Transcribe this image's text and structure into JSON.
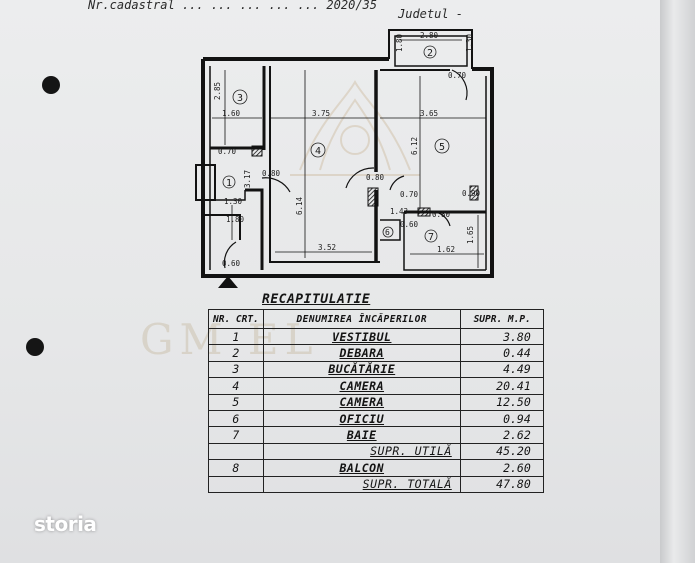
{
  "header": {
    "cadastral_label": "Nr.cadastral",
    "cadastral_value": "... ... ... ... ... 2020/35",
    "county_label": "Judetul -"
  },
  "plan": {
    "rooms": [
      "1",
      "2",
      "3",
      "4",
      "5",
      "6",
      "7"
    ],
    "dims": [
      "2.80",
      "1.80",
      "1.30",
      "1.60",
      "3.75",
      "3.65",
      "2.85",
      "6.12",
      "6.14",
      "1.80",
      "3.17",
      "1.30",
      "3.52",
      "1.62",
      "1.65",
      "0.70",
      "0.70",
      "0.80",
      "0.80",
      "0.70",
      "0.60",
      "0.60",
      "0.90",
      "1.43",
      "0.80"
    ]
  },
  "recap": {
    "title": "RECAPITULATIE",
    "headers": {
      "nr": "NR. CRT.",
      "name": "DENUMIREA ÎNCĂPERILOR",
      "area": "SUPR. M.P."
    },
    "rows": [
      {
        "nr": "1",
        "name": "VESTIBUL",
        "area": "3.80"
      },
      {
        "nr": "2",
        "name": "DEBARA",
        "area": "0.44"
      },
      {
        "nr": "3",
        "name": "BUCĂTĂRIE",
        "area": "4.49"
      },
      {
        "nr": "4",
        "name": "CAMERA",
        "area": "20.41"
      },
      {
        "nr": "5",
        "name": "CAMERA",
        "area": "12.50"
      },
      {
        "nr": "6",
        "name": "OFICIU",
        "area": "0.94"
      },
      {
        "nr": "7",
        "name": "BAIE",
        "area": "2.62"
      }
    ],
    "useful": {
      "label": "SUPR. UTILĂ",
      "area": "45.20"
    },
    "balcony": {
      "nr": "8",
      "name": "BALCON",
      "area": "2.60"
    },
    "total": {
      "label": "SUPR. TOTALĂ",
      "area": "47.80"
    }
  },
  "watermark": "GM   EL",
  "brand": "storia"
}
